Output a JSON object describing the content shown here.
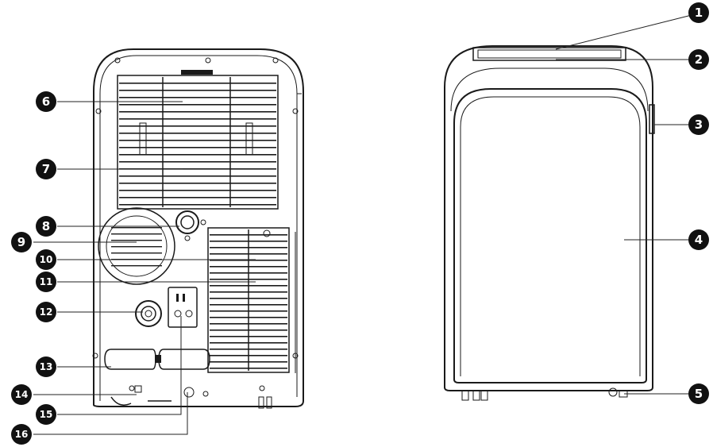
{
  "figure": {
    "views": [
      "back-view",
      "front-view"
    ]
  },
  "callouts": [
    {
      "id": "1",
      "label": "1",
      "side": "right"
    },
    {
      "id": "2",
      "label": "2",
      "side": "right"
    },
    {
      "id": "3",
      "label": "3",
      "side": "right"
    },
    {
      "id": "4",
      "label": "4",
      "side": "right"
    },
    {
      "id": "5",
      "label": "5",
      "side": "right"
    },
    {
      "id": "6",
      "label": "6",
      "side": "left"
    },
    {
      "id": "7",
      "label": "7",
      "side": "left"
    },
    {
      "id": "8",
      "label": "8",
      "side": "left"
    },
    {
      "id": "9",
      "label": "9",
      "side": "left"
    },
    {
      "id": "10",
      "label": "10",
      "side": "left"
    },
    {
      "id": "11",
      "label": "11",
      "side": "left"
    },
    {
      "id": "12",
      "label": "12",
      "side": "left"
    },
    {
      "id": "13",
      "label": "13",
      "side": "left"
    },
    {
      "id": "14",
      "label": "14",
      "side": "left"
    },
    {
      "id": "15",
      "label": "15",
      "side": "left"
    },
    {
      "id": "16",
      "label": "16",
      "side": "left"
    }
  ],
  "colors": {
    "ink": "#1a1a1a",
    "callout_fill": "#111111",
    "callout_text": "#ffffff"
  }
}
